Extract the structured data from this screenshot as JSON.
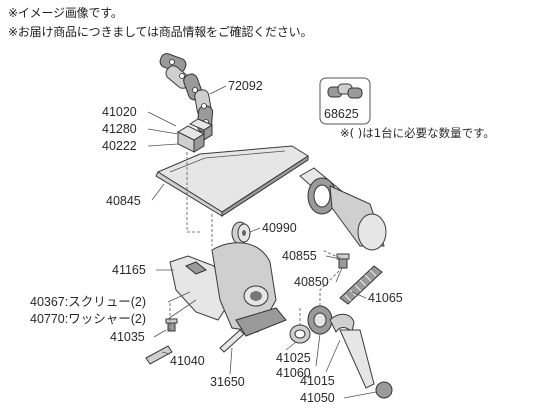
{
  "notices": {
    "image_note": "※イメージ画像です。",
    "product_note": "※お届け商品につきましては商品情報をご確認ください。"
  },
  "chain_box": {
    "label": "68625"
  },
  "note": {
    "text": "※(  )は1台に必要な数量です。"
  },
  "parts": {
    "p72092": "72092",
    "p41020": "41020",
    "p41280": "41280",
    "p40222": "40222",
    "p40845": "40845",
    "p40990": "40990",
    "p40855": "40855",
    "p40850": "40850",
    "p41165": "41165",
    "p41065": "41065",
    "p40367": "40367:スクリュー(2)",
    "p40770": "40770:ワッシャー(2)",
    "p41035": "41035",
    "p41040": "41040",
    "p41025": "41025",
    "p41060": "41060",
    "p31650": "31650",
    "p41015": "41015",
    "p41050": "41050"
  }
}
